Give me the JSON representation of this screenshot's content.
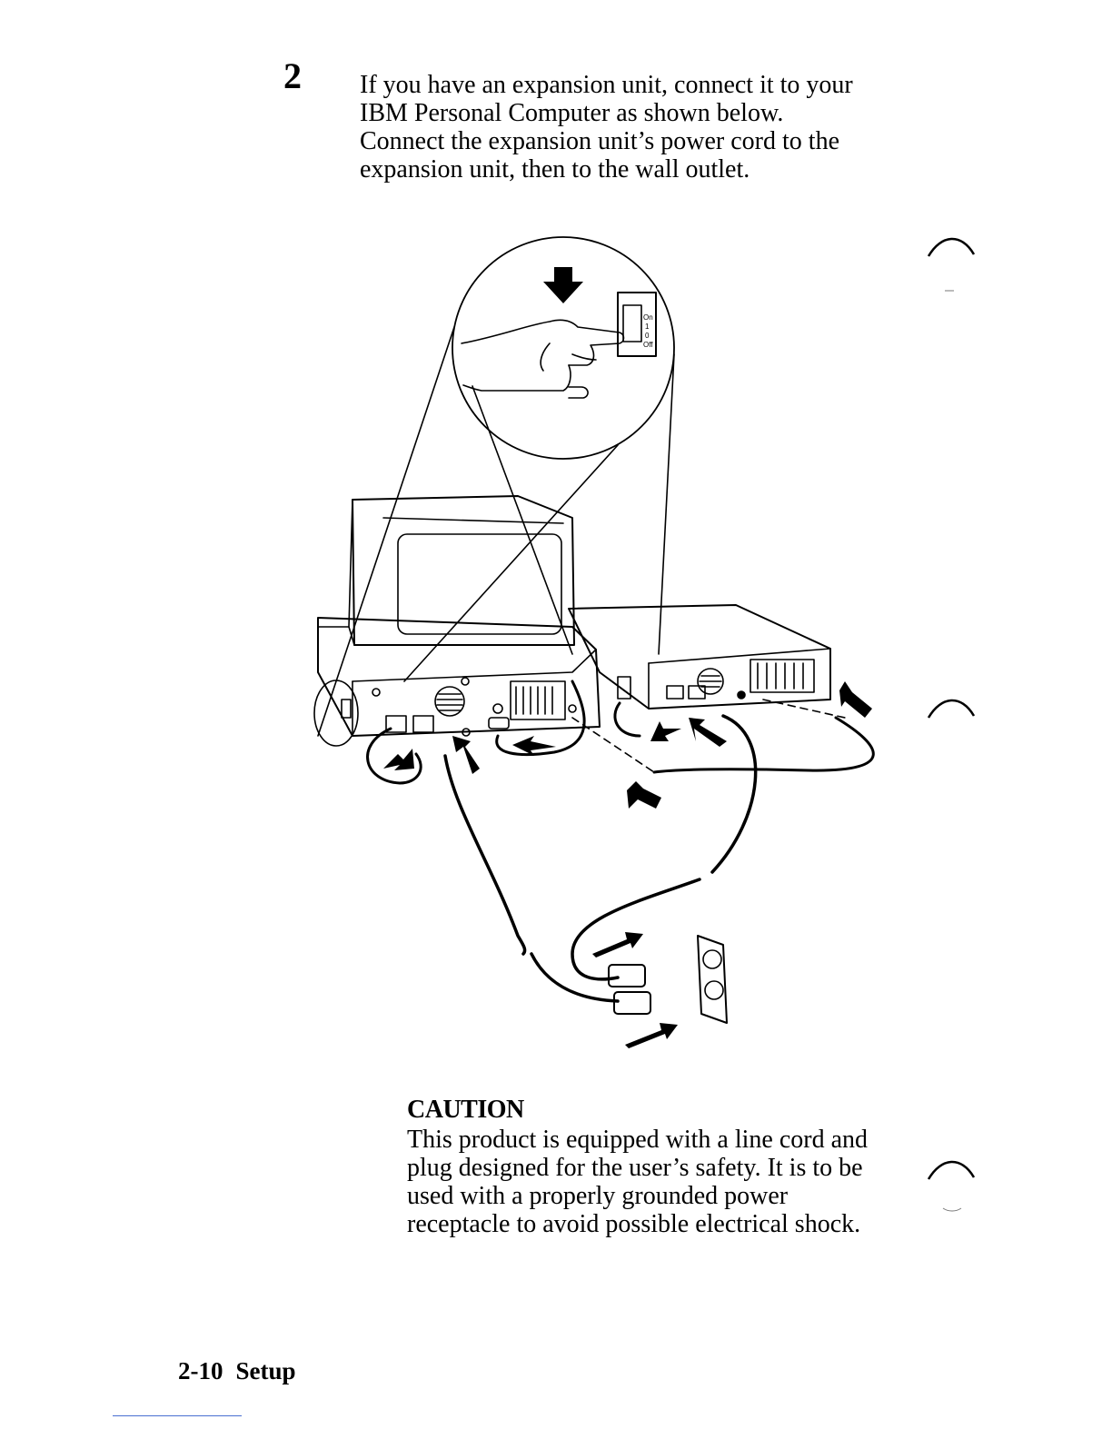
{
  "step": {
    "number": "2",
    "lines": [
      "If you have an expansion unit, connect it to your",
      "IBM Personal Computer as shown below.",
      "Connect the expansion unit’s power cord to the",
      "expansion unit, then to the wall outlet."
    ]
  },
  "figure": {
    "switch_labels": [
      "On",
      "1",
      "0",
      "Off"
    ]
  },
  "caution": {
    "title": "CAUTION",
    "lines": [
      "This product is equipped with a line cord and",
      "plug designed for the user’s safety.  It is to be",
      "used with a properly grounded power",
      "receptacle to avoid possible electrical shock."
    ]
  },
  "footer": {
    "page": "2-10",
    "section": "Setup"
  }
}
